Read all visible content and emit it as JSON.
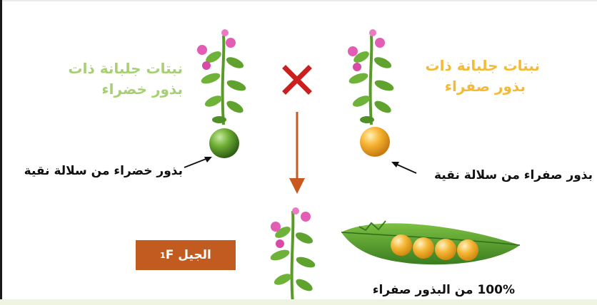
{
  "left_parent": {
    "title_line1": "نبتات جلبانة ذات",
    "title_line2": "بذور خضراء",
    "seed_caption": "بذور خضراء من سلالة نقية",
    "seed_color": "#5f9a2c"
  },
  "right_parent": {
    "title_line1": "نبتات جلبانة ذات",
    "title_line2": "بذور صفراء",
    "seed_caption": "بذور صفراء من سلالة نقية",
    "seed_color": "#f2a623"
  },
  "cross_symbol": "✕",
  "f1": {
    "label": "الجيل F",
    "label_subscript": "1",
    "result": "100% من البذور صفراء"
  },
  "colors": {
    "green_text": "#a7cf74",
    "yellow_text": "#f4ba35",
    "cross": "#cc1f1f",
    "arrow": "#c8581f",
    "f1_box": "#c25b1f",
    "pod": "#4f9a2a"
  }
}
